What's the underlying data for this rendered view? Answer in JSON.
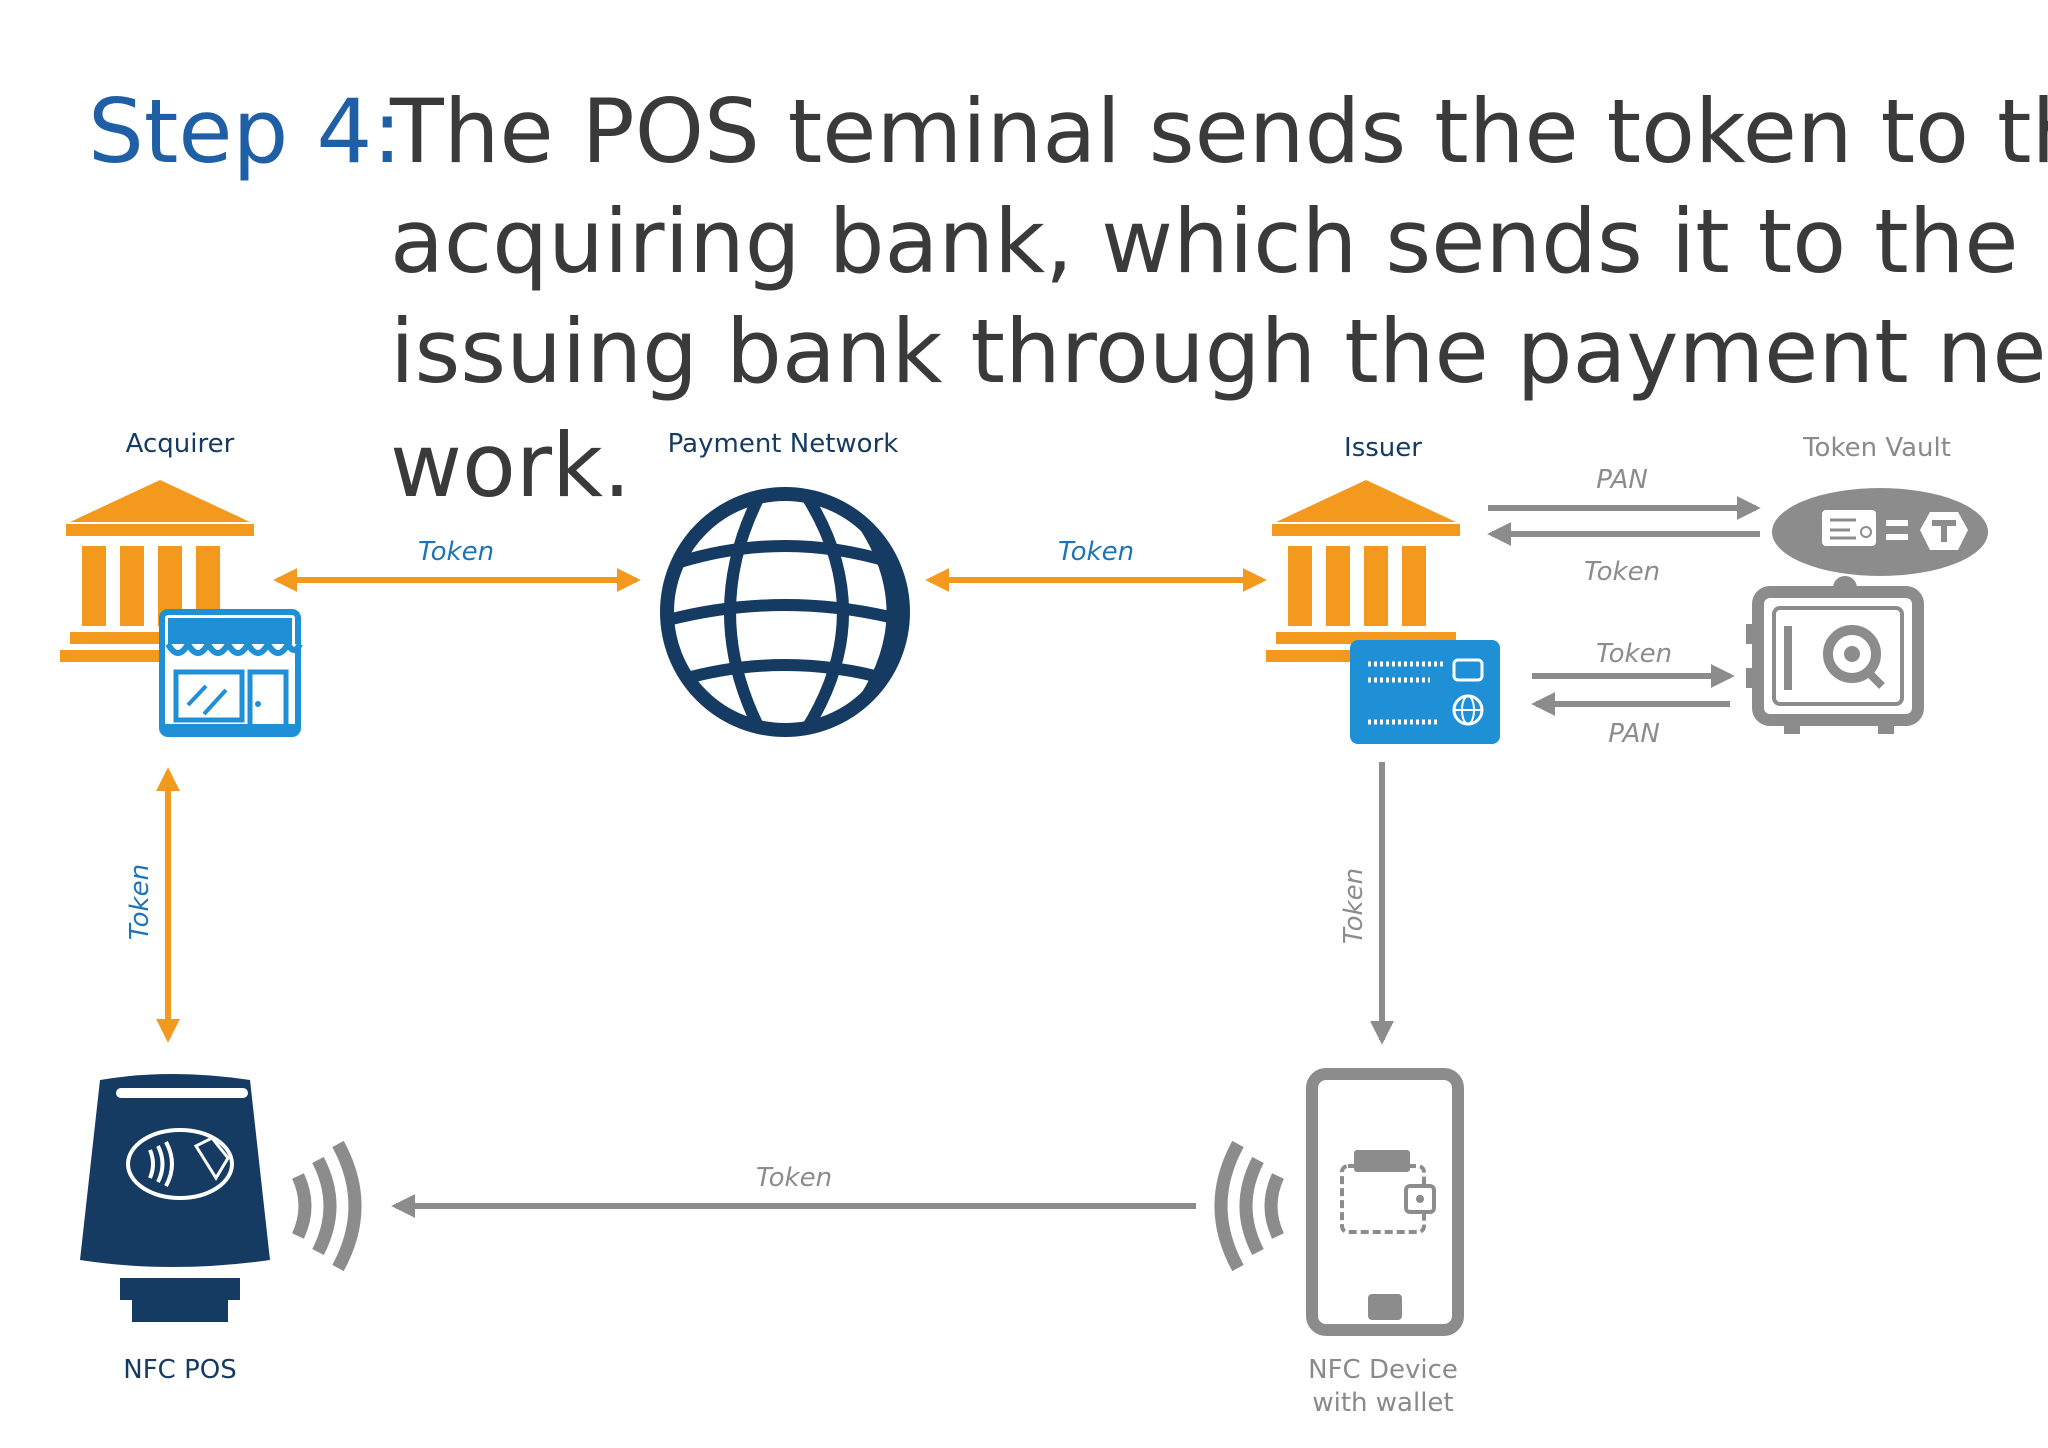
{
  "title": {
    "step": "Step 4:",
    "lines": [
      "The POS teminal sends the token to the",
      "acquiring bank, which sends it to the",
      "issuing bank through the payment net-",
      "work."
    ]
  },
  "nodes": {
    "acquirer": "Acquirer",
    "payment_network": "Payment Network",
    "issuer": "Issuer",
    "token_vault": "Token Vault",
    "nfc_pos": "NFC POS",
    "nfc_device_line1": "NFC Device",
    "nfc_device_line2": "with wallet"
  },
  "flows": {
    "acquirer_network": "Token",
    "network_issuer": "Token",
    "issuer_vault_pan": "PAN",
    "issuer_vault_token": "Token",
    "issuer_safe_token": "Token",
    "issuer_safe_pan": "PAN",
    "acquirer_pos": "Token",
    "issuer_device": "Token",
    "device_pos": "Token"
  },
  "colors": {
    "orange": "#f39a1e",
    "navy": "#163b63",
    "blue": "#1f73b7",
    "gray": "#8c8c8c",
    "title_blue": "#1f5fa6",
    "title_dark": "#3a3a3a"
  }
}
